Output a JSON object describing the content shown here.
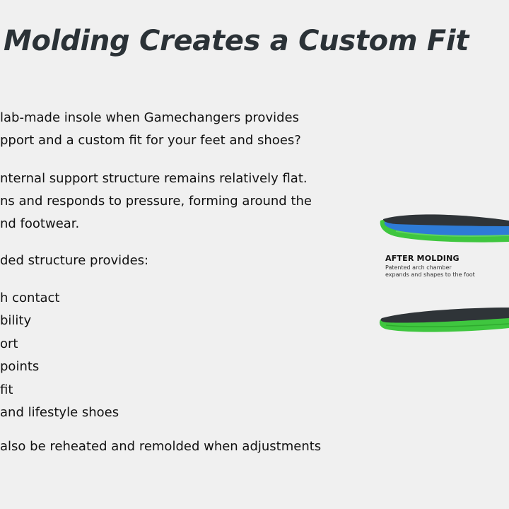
{
  "heading": "Molding Creates a Custom Fit",
  "paragraphs": [
    [
      "lab-made insole when Gamechangers provides",
      "pport and a custom fit for your feet and shoes?"
    ],
    [
      "nternal support structure remains relatively flat.",
      "ns and responds to pressure, forming around the",
      "nd footwear."
    ],
    [
      "ded structure provides:"
    ]
  ],
  "benefits": [
    "h contact",
    "bility",
    "ort",
    "points",
    "fit",
    " and lifestyle shoes"
  ],
  "closing": "also be reheated and remolded when adjustments",
  "figure": {
    "after_label": "AFTER MOLDING",
    "caption_lines": [
      "Patented arch chamber",
      "expands and shapes to the foot"
    ]
  },
  "colors": {
    "heading": "#2b3237",
    "background": "#f0f0f0",
    "insole_green": "#3fc63f",
    "insole_blue": "#2e7bd6",
    "insole_top": "#2f3438"
  }
}
